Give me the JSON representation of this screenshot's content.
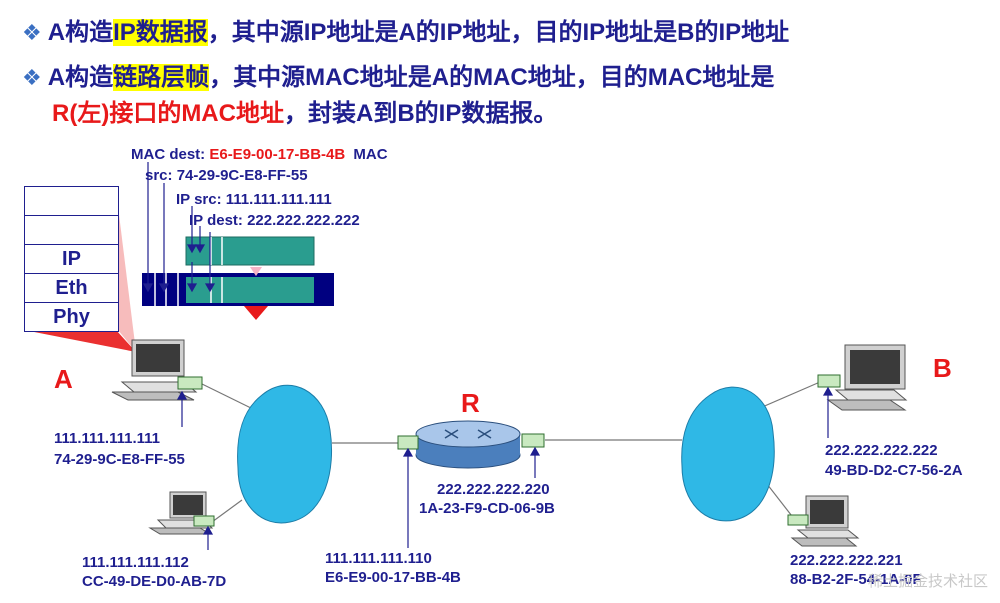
{
  "bullets": {
    "line1": {
      "prefix": "A构造",
      "highlight": "IP数据报",
      "rest": "，其中源IP地址是A的IP地址，目的IP地址是B的IP地址"
    },
    "line2": {
      "prefix": "A构造",
      "highlight": "链路层帧",
      "rest": "，其中源MAC地址是A的MAC地址，目的MAC地址是"
    },
    "line3": {
      "red": "R(左)接口的MAC地址",
      "rest": "，封装A到B的IP数据报。"
    }
  },
  "frame_header": {
    "mac_dest_label": "MAC dest:",
    "mac_dest_value": "E6-E9-00-17-BB-4B",
    "mac_src_label_1": "MAC",
    "mac_src_label_2": "src:",
    "mac_src_value": "74-29-9C-E8-FF-55",
    "ip_src": "IP src: 111.111.111.111",
    "ip_dest": "IP dest: 222.222.222.222"
  },
  "stack_layers": [
    "",
    "",
    "IP",
    "Eth",
    "Phy"
  ],
  "nodes": {
    "a": {
      "name": "A",
      "ip": "111.111.111.111",
      "mac": "74-29-9C-E8-FF-55"
    },
    "host2": {
      "ip": "111.111.111.112",
      "mac": "CC-49-DE-D0-AB-7D"
    },
    "r": {
      "name": "R",
      "left_ip": "111.111.111.110",
      "left_mac": "E6-E9-00-17-BB-4B",
      "right_ip": "222.222.222.220",
      "right_mac": "1A-23-F9-CD-06-9B"
    },
    "b": {
      "name": "B",
      "ip": "222.222.222.222",
      "mac": "49-BD-D2-C7-56-2A"
    },
    "host4": {
      "ip": "222.222.222.221",
      "mac": "88-B2-2F-54-1A-0F"
    }
  },
  "watermark": "稀土掘金技术社区",
  "colors": {
    "text": "#1f1f8f",
    "red": "#e8191a",
    "highlight": "#ffff00",
    "cloud": "#2fb8e6",
    "frame": "#000080",
    "datagram": "#2a9d8f"
  }
}
